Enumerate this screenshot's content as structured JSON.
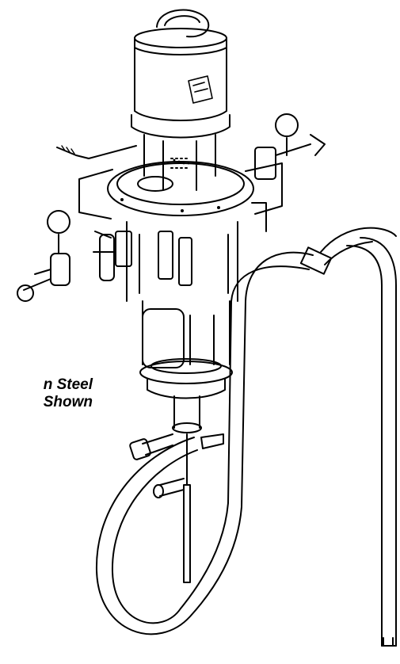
{
  "caption": {
    "line1": "n Steel",
    "line2": "Shown"
  },
  "colors": {
    "ink": "#000000",
    "paper": "#ffffff",
    "shade": "#d9d9d9"
  },
  "icons": [
    "pump-assembly-drawing",
    "hose-drawing",
    "pressure-gauge-icon",
    "ball-valve-icon",
    "graco-logo"
  ]
}
